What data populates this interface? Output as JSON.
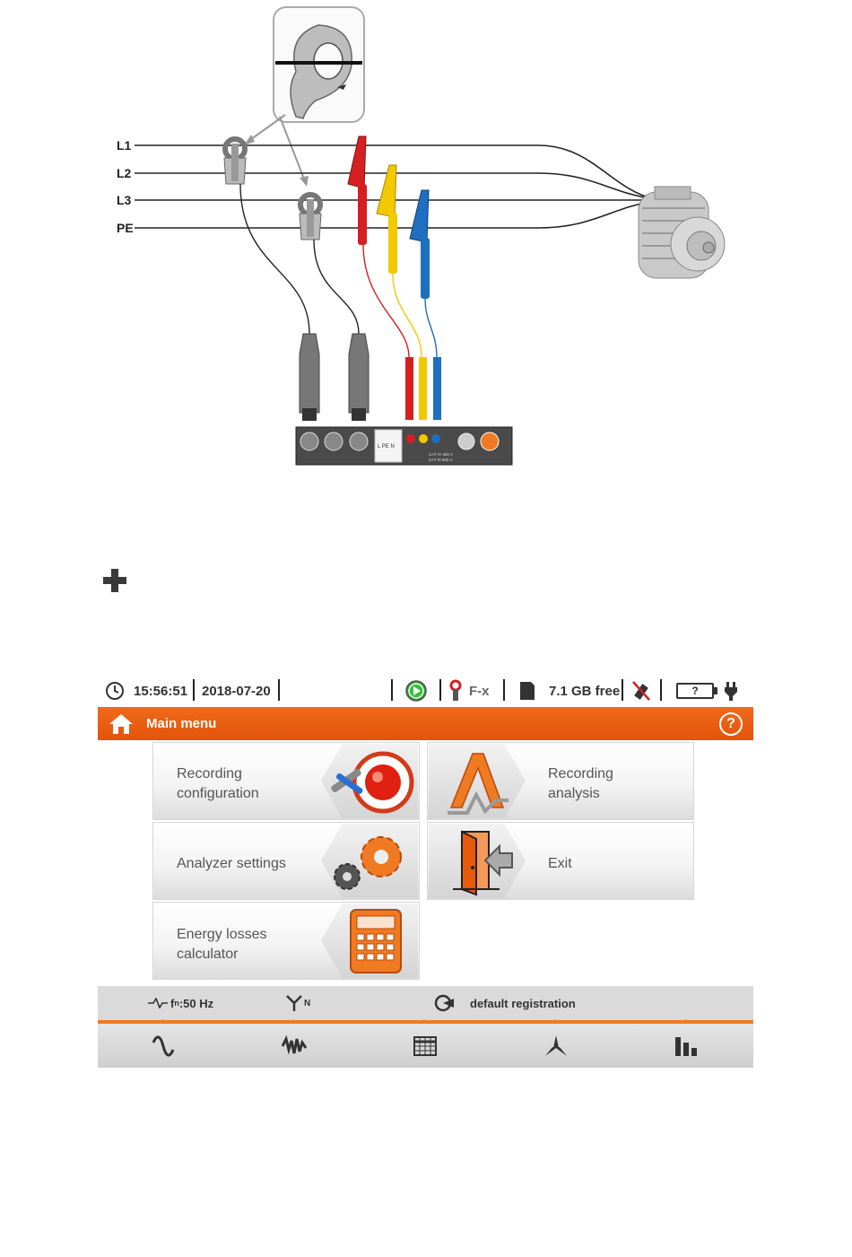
{
  "diagram": {
    "line_labels": [
      "L1",
      "L2",
      "L3",
      "PE"
    ],
    "panel_text_1": "L PE N",
    "panel_text_2": "CAT IV 300 V",
    "panel_text_3": "CAT III 600 V"
  },
  "status_bar": {
    "time": "15:56:51",
    "date": "2018-07-20",
    "clamp_type": "F-x",
    "storage": "7.1 GB free",
    "battery": "?"
  },
  "title_bar": {
    "title": "Main menu",
    "help": "?"
  },
  "menu": {
    "recording_configuration": [
      "Recording",
      "configuration"
    ],
    "recording_analysis": [
      "Recording",
      "analysis"
    ],
    "analyzer_settings": "Analyzer settings",
    "exit": "Exit",
    "energy_losses": [
      "Energy losses",
      "calculator"
    ]
  },
  "info_bar": {
    "frequency": "f",
    "frequency_sub": "n",
    "frequency_value": ":50 Hz",
    "network_sub": "N",
    "profile": "default registration"
  },
  "colors": {
    "accent": "#e8590c",
    "red_clip": "#d42020",
    "yellow_clip": "#f2c800",
    "blue_clip": "#1f6fc0"
  }
}
